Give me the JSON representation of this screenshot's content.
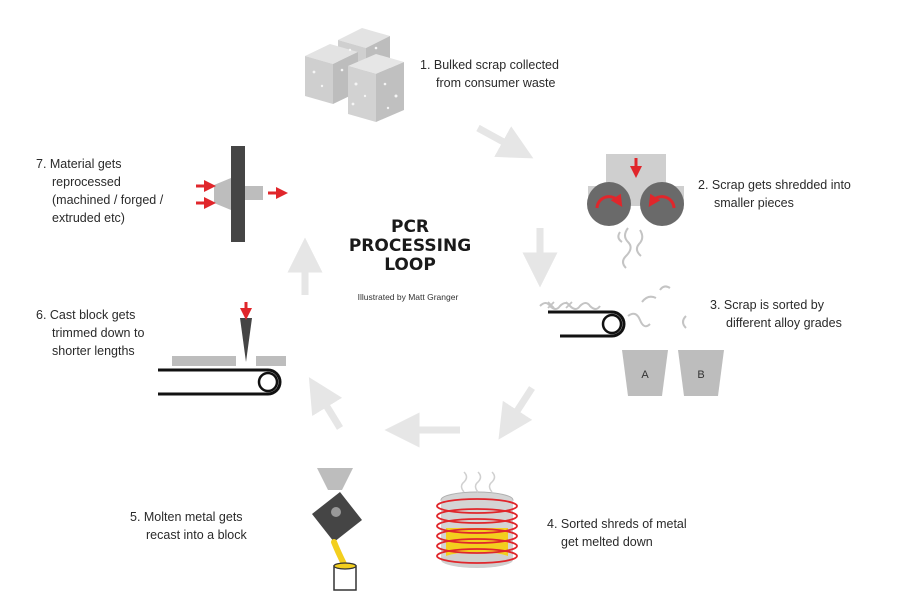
{
  "title_lines": [
    "PCR",
    "PROCESSING",
    "LOOP"
  ],
  "credit": "Illustrated by Matt Granger",
  "steps": [
    {
      "lines": [
        "1. Bulked scrap collected",
        "from consumer waste"
      ]
    },
    {
      "lines": [
        "2. Scrap gets shredded into",
        "smaller pieces"
      ]
    },
    {
      "lines": [
        "3. Scrap is sorted by",
        "different alloy grades"
      ]
    },
    {
      "lines": [
        "4. Sorted shreds of metal",
        "get melted down"
      ]
    },
    {
      "lines": [
        "5. Molten metal gets",
        "recast into a block"
      ]
    },
    {
      "lines": [
        "6. Cast block gets",
        "trimmed down to",
        "shorter lengths"
      ]
    },
    {
      "lines": [
        "7. Material gets",
        "reprocessed",
        "(machined / forged /",
        "extruded etc)"
      ]
    }
  ],
  "bins": [
    "A",
    "B"
  ],
  "colors": {
    "accent_red": "#e0262b",
    "metal_grey": "#bdbdbd",
    "dark_grey": "#444444",
    "arrow_grey": "#e6e6e6",
    "molten_yellow": "#f3cf1e"
  }
}
